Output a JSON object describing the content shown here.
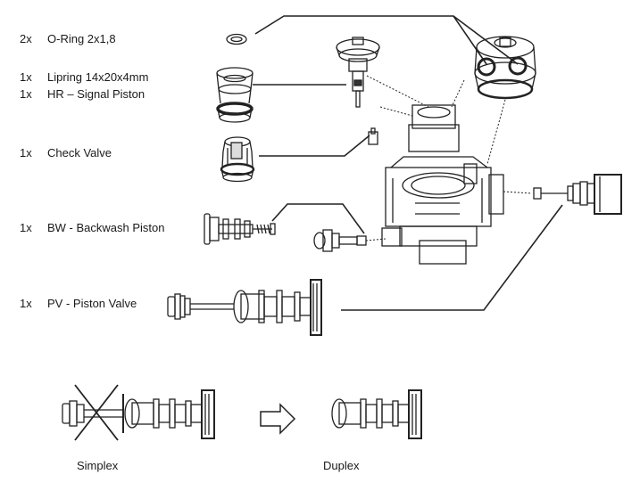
{
  "parts": [
    {
      "qty": "2x",
      "name": "O-Ring 2x1,8"
    },
    {
      "qty": "1x",
      "name": "Lipring 14x20x4mm"
    },
    {
      "qty": "1x",
      "name": "HR – Signal Piston"
    },
    {
      "qty": "1x",
      "name": "Check Valve"
    },
    {
      "qty": "1x",
      "name": "BW - Backwash Piston"
    },
    {
      "qty": "1x",
      "name": "PV - Piston Valve"
    }
  ],
  "conversion": {
    "left_caption": "Simplex",
    "right_caption": "Duplex"
  }
}
